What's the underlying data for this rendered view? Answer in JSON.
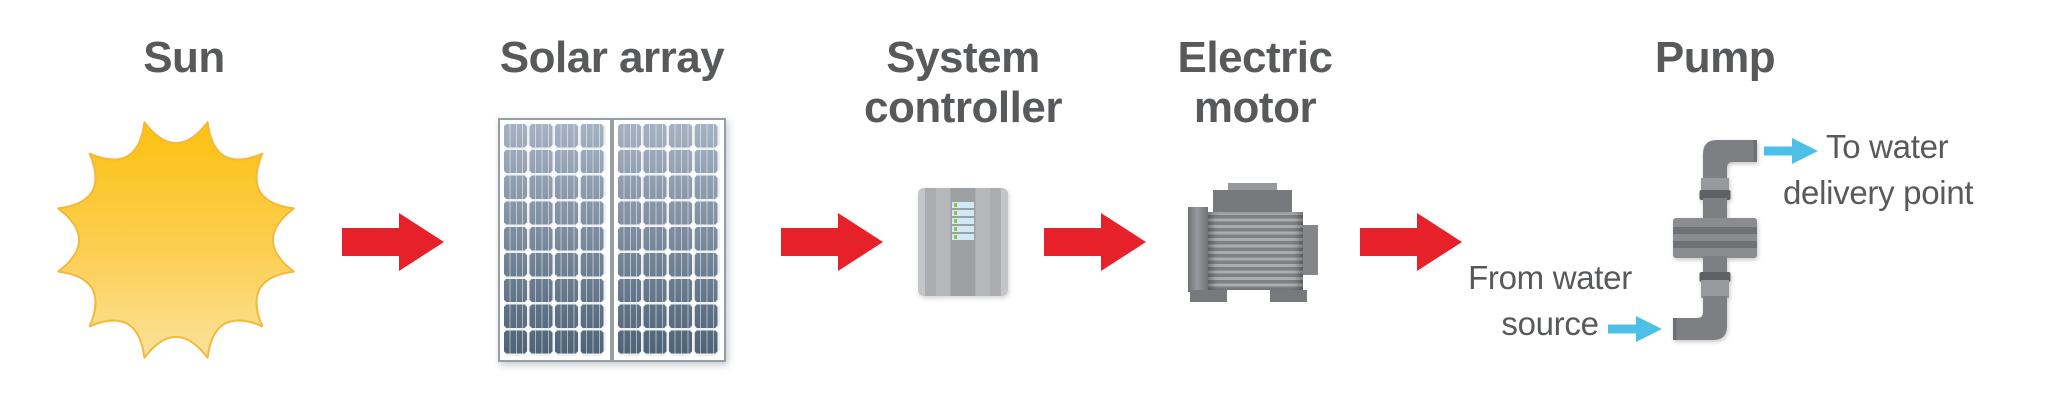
{
  "labels": {
    "sun": "Sun",
    "solar_array": "Solar array",
    "system_controller_line1": "System",
    "system_controller_line2": "controller",
    "electric_motor_line1": "Electric",
    "electric_motor_line2": "motor",
    "pump": "Pump"
  },
  "annotations": {
    "from_water_line1": "From water",
    "from_water_line2": "source",
    "to_water_line1": "To water",
    "to_water_line2": "delivery point"
  },
  "controller_led_rows": 5,
  "colors": {
    "arrow_red": "#e62129",
    "arrow_blue": "#4dc0e8",
    "label_text": "#58595b",
    "sun_top": "#fdc110",
    "sun_mid": "#fccf52",
    "sun_bottom": "#fbe29b",
    "sun_stroke": "#f4b93c",
    "panel_top": "#a5b2c2",
    "panel_bottom": "#4e6276",
    "pipe_gray": "#7d7f82",
    "led_green": "#8dc63f",
    "display_blue": "#cfeaf6"
  }
}
